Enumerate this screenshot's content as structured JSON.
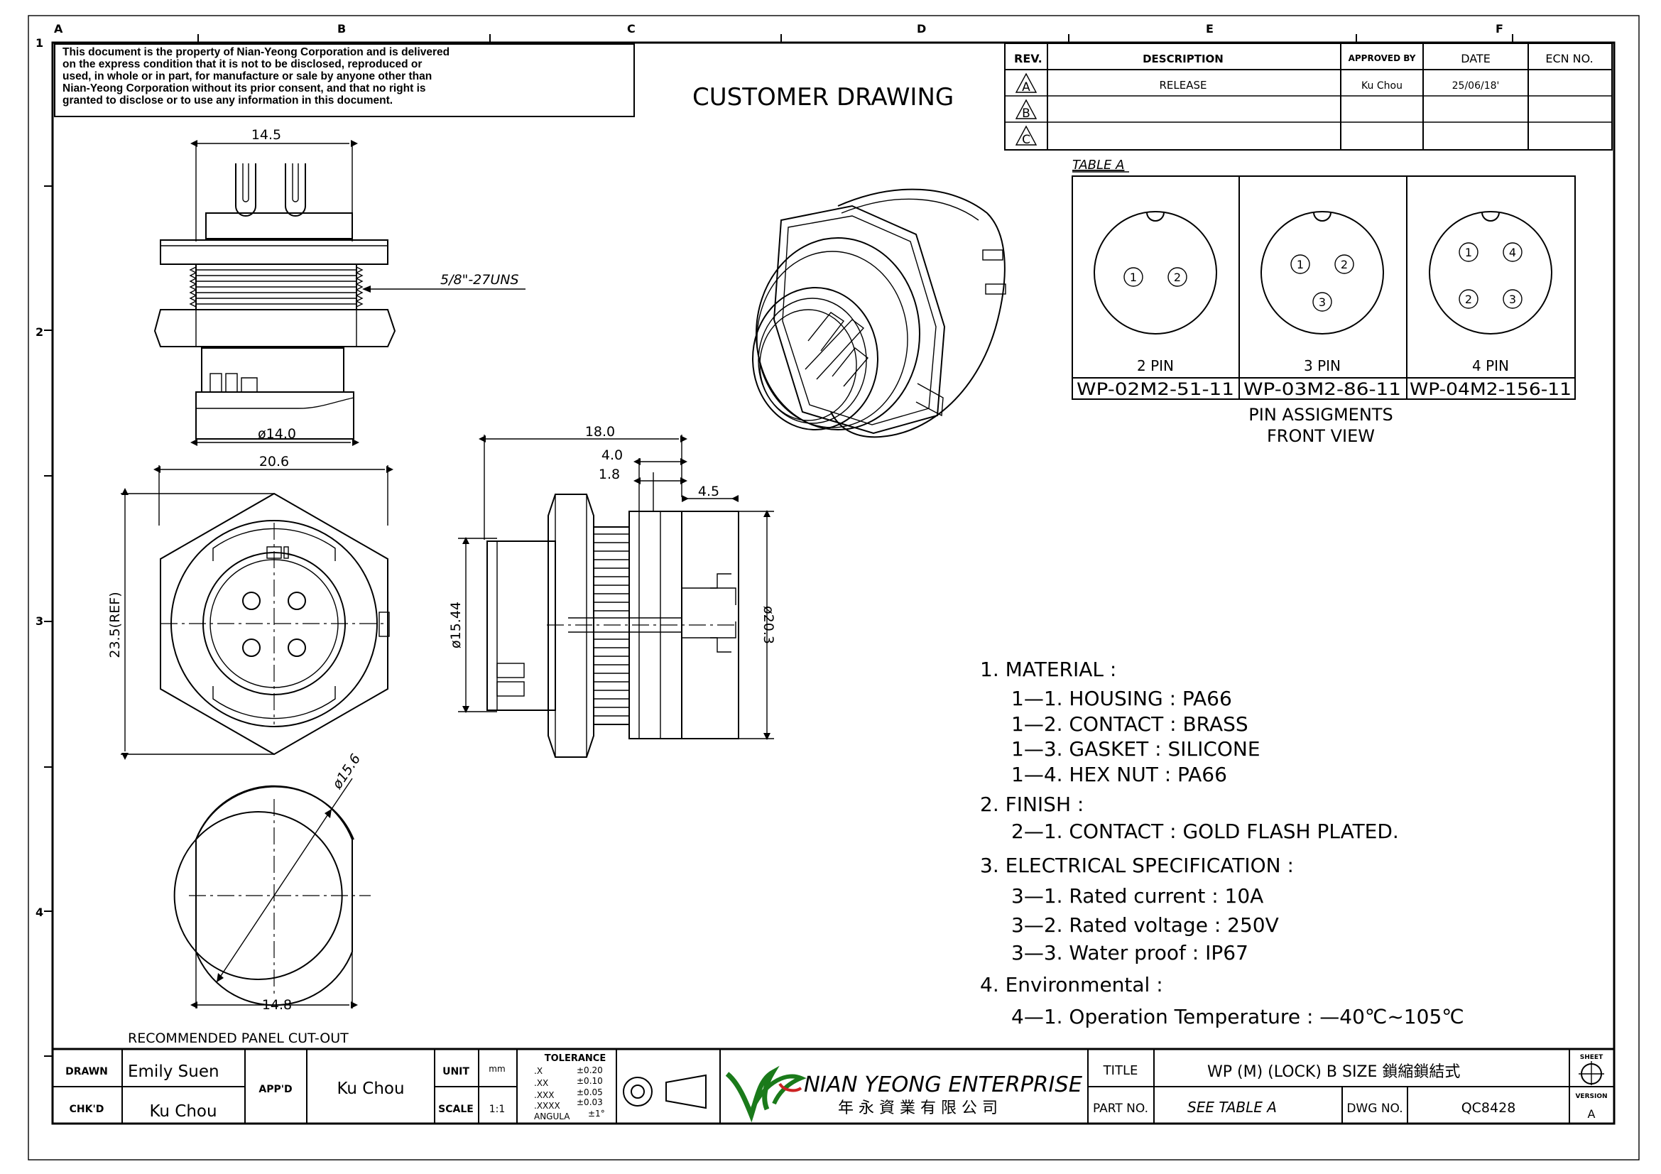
{
  "border": {
    "columns": [
      "A",
      "B",
      "C",
      "D",
      "E",
      "F"
    ],
    "rows": [
      "1",
      "2",
      "3",
      "4"
    ]
  },
  "notice": [
    "This document is the property of Nian-Yeong Corporation and is delivered",
    "on  the  express condition that it is not to be disclosed, reproduced or",
    "used, in whole or in part, for manufacture or sale by anyone other than",
    "Nian-Yeong Corporation without  its prior consent, and that  no right  is",
    "granted to disclose or to use any information in this  document."
  ],
  "heading": "CUSTOMER  DRAWING",
  "revision_table": {
    "headers": [
      "REV.",
      "DESCRIPTION",
      "APPROVED BY",
      "DATE",
      "ECN NO."
    ],
    "rows": [
      {
        "rev": "A",
        "description": "RELEASE",
        "approved_by": "Ku Chou",
        "date": "25/06/18'",
        "ecn": ""
      },
      {
        "rev": "B",
        "description": "",
        "approved_by": "",
        "date": "",
        "ecn": ""
      },
      {
        "rev": "C",
        "description": "",
        "approved_by": "",
        "date": "",
        "ecn": ""
      }
    ]
  },
  "table_a": {
    "title": "TABLE A",
    "cells": [
      {
        "pins": [
          "1",
          "2"
        ],
        "label": "2  PIN",
        "part_no": "WP-02M2-51-11"
      },
      {
        "pins": [
          "1",
          "2",
          "3"
        ],
        "label": "3  PIN",
        "part_no": "WP-03M2-86-11"
      },
      {
        "pins": [
          "1",
          "4",
          "2",
          "3"
        ],
        "label": "4  PIN",
        "part_no": "WP-04M2-156-11"
      }
    ],
    "caption": [
      "PIN  ASSIGMENTS",
      "FRONT  VIEW"
    ]
  },
  "dimensions": {
    "side_width": "14.5",
    "thread": "5/8\"-27UNS",
    "base_dia": "ø14.0",
    "hex_width": "20.6",
    "hex_height": "23.5(REF)",
    "length": "18.0",
    "d4": "4.0",
    "d18": "1.8",
    "d45": "4.5",
    "dia1544": "ø15.44",
    "dia203": "ø20.3",
    "cutout_dia": "ø15.6",
    "cutout_width": "14.8"
  },
  "cutout_label": "RECOMMENDED  PANEL  CUT-OUT",
  "notes": [
    "1.  MATERIAL  :",
    "1—1.  HOUSING  :  PA66",
    "1—2.  CONTACT  :  BRASS",
    "1—3.  GASKET  :  SILICONE",
    "1—4.  HEX  NUT  :  PA66",
    "2.  FINISH  :",
    "2—1.  CONTACT  :  GOLD  FLASH  PLATED.",
    "3.  ELECTRICAL  SPECIFICATION  :",
    "3—1.  Rated  current  :  10A",
    "3—2.  Rated  voltage  :  250V",
    "3—3.  Water  proof  :  IP67",
    "4.  Environmental  :",
    "4—1.  Operation  Temperature  :  —40℃~105℃"
  ],
  "title_block": {
    "drawn_label": "DRAWN",
    "drawn": "Emily Suen",
    "chkd_label": "CHK'D",
    "chkd": "Ku Chou",
    "appd_label": "APP'D",
    "appd": "Ku Chou",
    "unit_label": "UNIT",
    "unit": "mm",
    "scale_label": "SCALE",
    "scale": "1:1",
    "tolerance_title": "TOLERANCE",
    "tolerance": [
      {
        "k": ".X",
        "v": "±0.20"
      },
      {
        "k": ".XX",
        "v": "±0.10"
      },
      {
        "k": ".XXX",
        "v": "±0.05"
      },
      {
        "k": ".XXXX",
        "v": "±0.03"
      },
      {
        "k": "ANGULA",
        "v": "±1°"
      }
    ],
    "company": "NIAN YEONG ENTERPRISE",
    "company_cn": "年 永 資 業 有 限 公 司",
    "title_label": "TITLE",
    "title": "WP  (M)  (LOCK)  B  SIZE  鎖縮鎖結式",
    "partno_label": "PART NO.",
    "partno": "SEE  TABLE  A",
    "dwgno_label": "DWG NO.",
    "dwgno": "QC8428",
    "sheet_label": "SHEET",
    "version_label": "VERSION",
    "version": "A"
  }
}
